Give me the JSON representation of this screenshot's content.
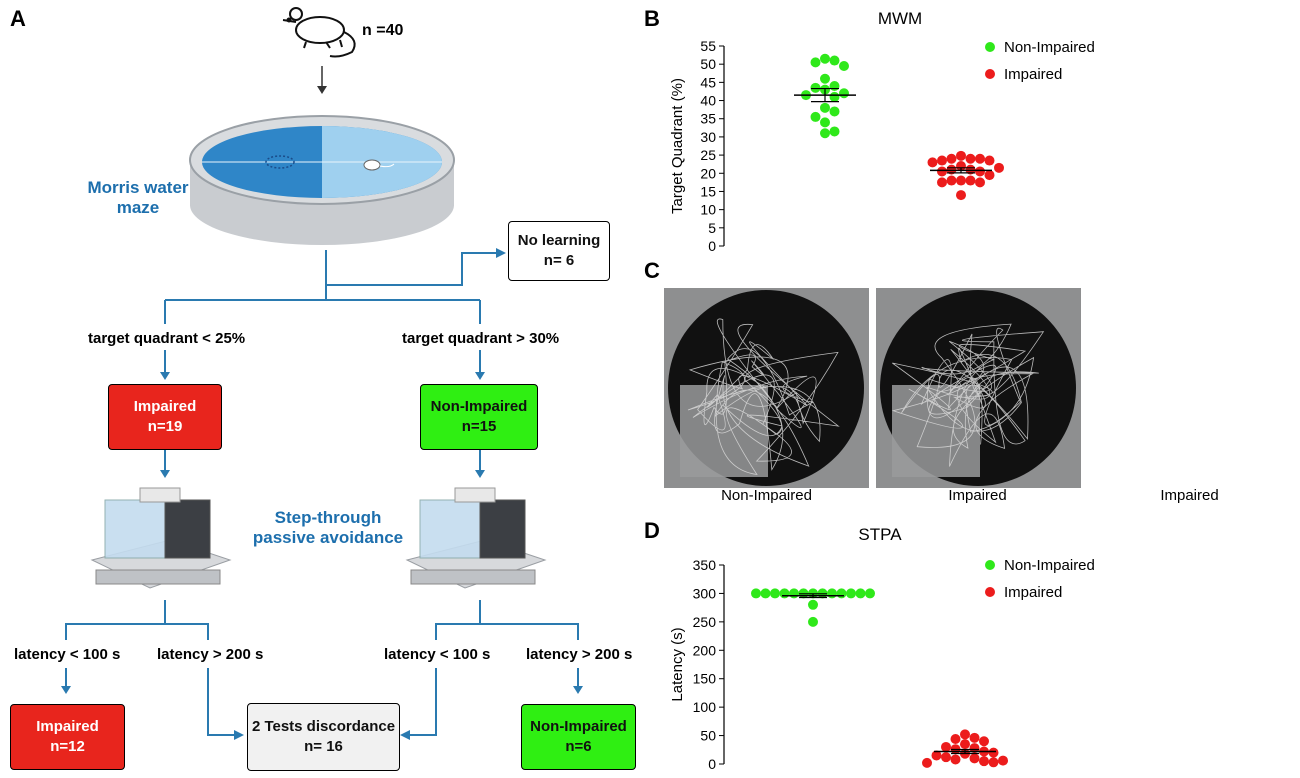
{
  "panel_letters": {
    "a": "A",
    "b": "B",
    "c": "C",
    "d": "D"
  },
  "panel_a": {
    "n_total": "n =40",
    "mwm_title": "Morris water\nmaze",
    "no_learning": {
      "title": "No learning",
      "n": "n= 6"
    },
    "branch_left": "target quadrant < 25%",
    "branch_right": "target quadrant > 30%",
    "impaired_box": {
      "title": "Impaired",
      "n": "n=19"
    },
    "nonimpaired_box": {
      "title": "Non-Impaired",
      "n": "n=15"
    },
    "stpa_title": "Step-through\npassive avoidance",
    "lat_labels": [
      "latency < 100 s",
      "latency > 200 s",
      "latency < 100 s",
      "latency > 200 s"
    ],
    "final_impaired": {
      "title": "Impaired",
      "n": "n=12"
    },
    "discordance": {
      "title": "2 Tests discordance",
      "n": "n= 16"
    },
    "final_nonimpaired": {
      "title": "Non-Impaired",
      "n": "n=6"
    },
    "colors": {
      "red": "#e8251d",
      "green": "#2fef12",
      "blue_text": "#1d6fad",
      "arrow": "#2a7ab0"
    }
  },
  "panel_c": {
    "captions": [
      "Non-Impaired",
      "Impaired",
      "Impaired"
    ]
  },
  "chart_data": [
    {
      "type": "scatter",
      "title": "MWM",
      "ylabel": "Target Quadrant (%)",
      "ylim": [
        0,
        55
      ],
      "yticks": [
        0,
        5,
        10,
        15,
        20,
        25,
        30,
        35,
        40,
        45,
        50,
        55
      ],
      "legend_position": "top-right",
      "series": [
        {
          "name": "Non-Impaired",
          "color": "#2fe81a",
          "mean": 41.5,
          "sem": 1.8,
          "values": [
            51.5,
            51,
            50.5,
            49.5,
            46,
            44,
            43.5,
            43,
            42,
            41.5,
            41,
            38,
            37,
            35.5,
            34,
            31.5,
            31
          ]
        },
        {
          "name": "Impaired",
          "color": "#ec1c1c",
          "mean": 20.8,
          "sem": 0.7,
          "values": [
            24.8,
            24,
            24,
            24,
            23.5,
            23.5,
            23,
            22,
            21.5,
            21,
            21,
            20.5,
            20.5,
            19.5,
            18,
            18,
            18,
            17.5,
            17.5,
            14
          ]
        }
      ]
    },
    {
      "type": "scatter",
      "title": "STPA",
      "ylabel": "Latency (s)",
      "ylim": [
        0,
        350
      ],
      "yticks": [
        0,
        50,
        100,
        150,
        200,
        250,
        300,
        350
      ],
      "legend_position": "top-right",
      "series": [
        {
          "name": "Non-Impaired",
          "color": "#2fe81a",
          "mean": 296,
          "sem": 3.3,
          "values": [
            300,
            300,
            300,
            300,
            300,
            300,
            300,
            300,
            300,
            300,
            300,
            300,
            300,
            280,
            250
          ]
        },
        {
          "name": "Impaired",
          "color": "#ec1c1c",
          "mean": 22,
          "sem": 3.5,
          "values": [
            52,
            46,
            44,
            40,
            35,
            30,
            28,
            26,
            22,
            20,
            18,
            15,
            12,
            10,
            8,
            6,
            5,
            3,
            2
          ]
        }
      ]
    }
  ]
}
